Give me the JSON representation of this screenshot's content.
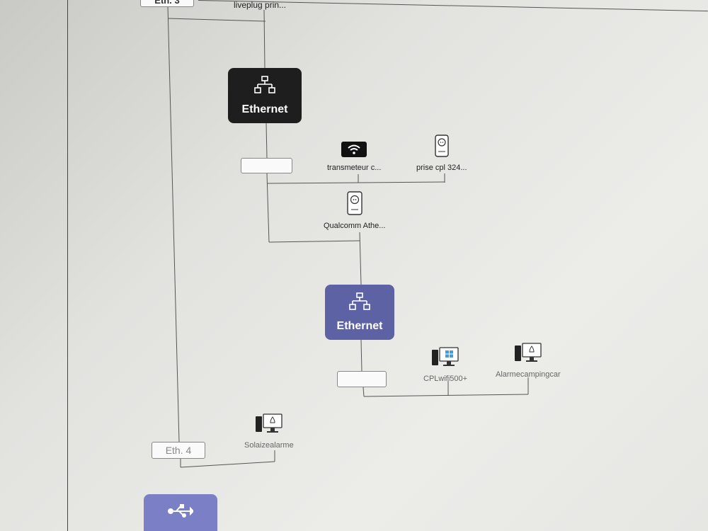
{
  "ports": {
    "eth3": "Eth. 3",
    "eth4": "Eth. 4"
  },
  "nodes": {
    "ethernet_top": {
      "label": "Ethernet",
      "color": "#1e1e1e",
      "icon": "network-icon"
    },
    "ethernet_blue": {
      "label": "Ethernet",
      "color": "#5d62a5",
      "icon": "network-icon"
    },
    "usb": {
      "color": "#7a7fc6",
      "icon": "usb-icon"
    }
  },
  "devices": {
    "liveplug": "liveplug prin...",
    "transmetteur": "transmeteur c...",
    "prise_cpl": "prise cpl 324...",
    "qualcomm": "Qualcomm Athe...",
    "cplwifi": "CPLwifi500+",
    "alarmecampingcar": "Alarmecampingcar",
    "solaizealarme": "Solaizealarme"
  },
  "icons": {
    "transmetteur": "wifi-icon",
    "prise_cpl": "powerline-adapter-icon",
    "qualcomm": "powerline-adapter-icon",
    "cplwifi": "windows-computer-icon",
    "alarmecampingcar": "linux-computer-icon",
    "solaizealarme": "linux-computer-icon"
  }
}
